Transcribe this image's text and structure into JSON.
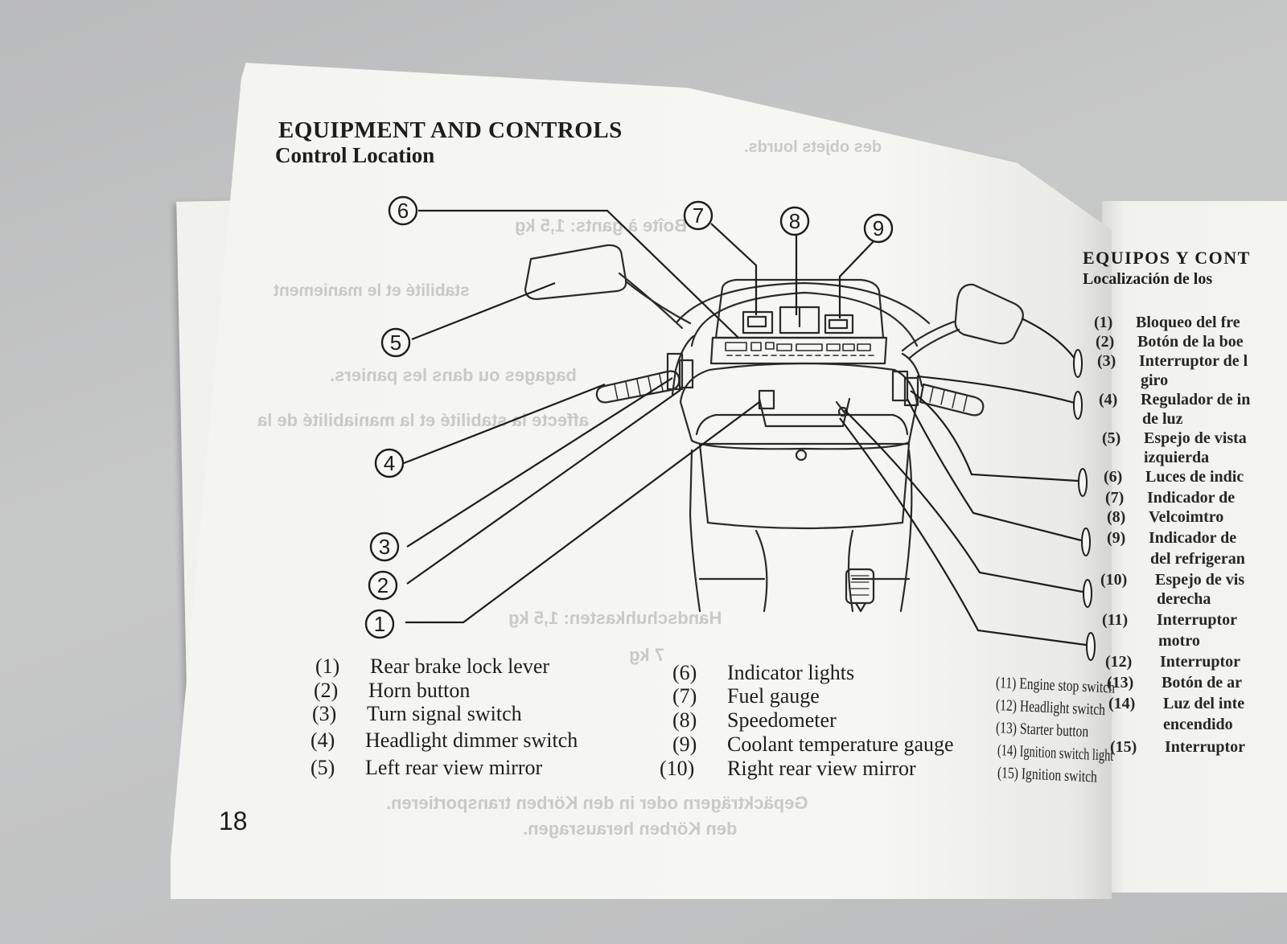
{
  "left_page": {
    "title": "EQUIPMENT AND CONTROLS",
    "subtitle": "Control Location",
    "page_number": "18",
    "callouts": [
      "1",
      "2",
      "3",
      "4",
      "5",
      "6",
      "7",
      "8",
      "9"
    ],
    "legend": [
      {
        "num": "(1)",
        "label": "Rear brake lock lever"
      },
      {
        "num": "(2)",
        "label": "Horn button"
      },
      {
        "num": "(3)",
        "label": "Turn signal switch"
      },
      {
        "num": "(4)",
        "label": "Headlight dimmer switch"
      },
      {
        "num": "(5)",
        "label": "Left rear view mirror"
      },
      {
        "num": "(6)",
        "label": "Indicator lights"
      },
      {
        "num": "(7)",
        "label": "Fuel gauge"
      },
      {
        "num": "(8)",
        "label": "Speedometer"
      },
      {
        "num": "(9)",
        "label": "Coolant temperature gauge"
      },
      {
        "num": "(10)",
        "label": "Right rear view mirror"
      }
    ],
    "small_legend": [
      {
        "num": "(11)",
        "label": "Engine stop switch"
      },
      {
        "num": "(12)",
        "label": "Headlight switch"
      },
      {
        "num": "(13)",
        "label": "Starter button"
      },
      {
        "num": "(14)",
        "label": "Ignition switch light"
      },
      {
        "num": "(15)",
        "label": "Ignition switch"
      }
    ],
    "bleed_through": [
      "des objets lourds.",
      "Boîte à gants: 1,5 kg",
      "stabilité et le maniement",
      "bagages ou dans les paniers.",
      "affecte la stabilité et la maniabilité de la",
      "Handschuhkasten: 1,5 kg",
      "7 kg",
      "Gepäckträgern oder in den Körben transportieren.",
      "den Körben herausragen."
    ]
  },
  "right_page": {
    "title": "EQUIPOS Y CONT",
    "subtitle": "Localización de los",
    "items": [
      {
        "num": "(1)",
        "label": "Bloqueo del fre"
      },
      {
        "num": "(2)",
        "label": "Botón de la boe"
      },
      {
        "num": "(3)",
        "label": "Interruptor de l"
      },
      {
        "num": "",
        "label": "giro"
      },
      {
        "num": "(4)",
        "label": "Regulador de in"
      },
      {
        "num": "",
        "label": "de luz"
      },
      {
        "num": "(5)",
        "label": "Espejo de vista"
      },
      {
        "num": "",
        "label": "izquierda"
      },
      {
        "num": "(6)",
        "label": "Luces de indic"
      },
      {
        "num": "(7)",
        "label": "Indicador de"
      },
      {
        "num": "(8)",
        "label": "Velcoimtro"
      },
      {
        "num": "(9)",
        "label": "Indicador de"
      },
      {
        "num": "",
        "label": "del refrigeran"
      },
      {
        "num": "(10)",
        "label": "Espejo de vis"
      },
      {
        "num": "",
        "label": "derecha"
      },
      {
        "num": "(11)",
        "label": "Interruptor"
      },
      {
        "num": "",
        "label": "motro"
      },
      {
        "num": "(12)",
        "label": "Interruptor"
      },
      {
        "num": "(13)",
        "label": "Botón de ar"
      },
      {
        "num": "(14)",
        "label": "Luz del inte"
      },
      {
        "num": "",
        "label": "encendido"
      },
      {
        "num": "(15)",
        "label": "Interruptor"
      }
    ]
  }
}
